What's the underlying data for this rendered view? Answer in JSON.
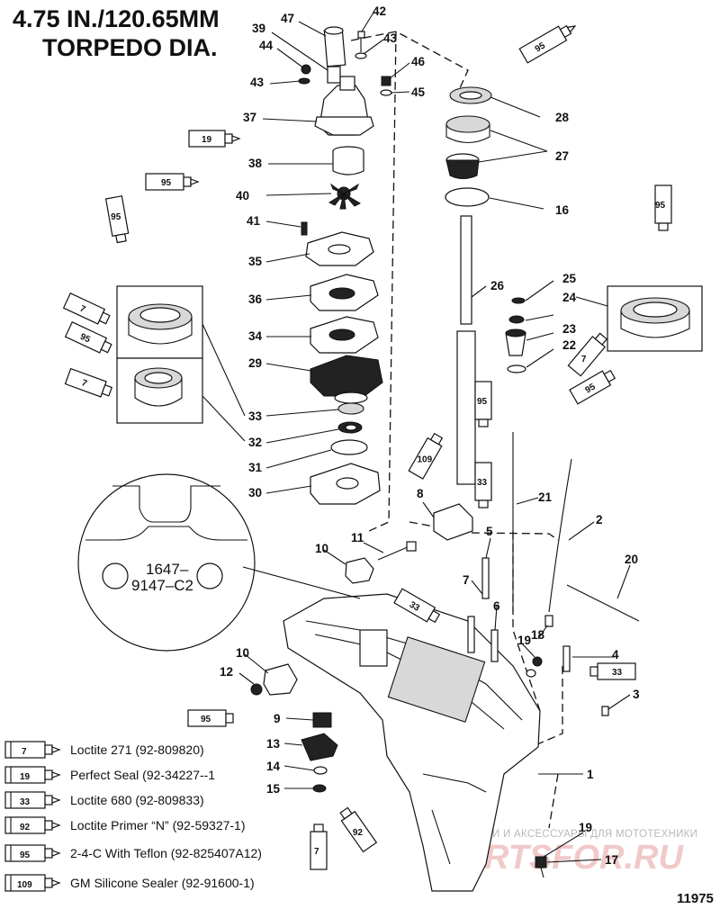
{
  "title": {
    "line1": "4.75 IN./120.65MM",
    "line2": "TORPEDO DIA."
  },
  "callouts": [
    "47",
    "42",
    "43",
    "39",
    "44",
    "46",
    "43",
    "45",
    "37",
    "28",
    "38",
    "27",
    "40",
    "16",
    "41",
    "35",
    "36",
    "26",
    "25",
    "24",
    "34",
    "23",
    "22",
    "29",
    "33",
    "32",
    "21",
    "31",
    "30",
    "8",
    "5",
    "2",
    "11",
    "10",
    "7",
    "20",
    "6",
    "19",
    "18",
    "4",
    "10",
    "12",
    "3",
    "9",
    "13",
    "14",
    "15",
    "1",
    "19",
    "17"
  ],
  "tube_labels": [
    "95",
    "19",
    "95",
    "95",
    "7",
    "95",
    "7",
    "95",
    "7",
    "95",
    "95",
    "109",
    "33",
    "33",
    "33",
    "95",
    "7",
    "92"
  ],
  "inset_label": {
    "line1": "1647–",
    "line2": "9147–C2"
  },
  "legend": [
    {
      "code": "7",
      "text": "Loctite 271 (92-809820)"
    },
    {
      "code": "19",
      "text": "Perfect Seal (92-34227--1"
    },
    {
      "code": "33",
      "text": "Loctite 680 (92-809833)"
    },
    {
      "code": "92",
      "text": "Loctite Primer “N” (92-59327-1)"
    },
    {
      "code": "95",
      "text": "2-4-C  With Teflon (92-825407A12)"
    },
    {
      "code": "109",
      "text": "GM Silicone Sealer (92-91600-1)"
    }
  ],
  "watermark": {
    "caption": "ЗАПЧАСТИ И АКСЕССУАРЫ ДЛЯ МОТОТЕХНИКИ",
    "brand": "PARTSFOR.RU"
  },
  "diagram_code": "11975"
}
